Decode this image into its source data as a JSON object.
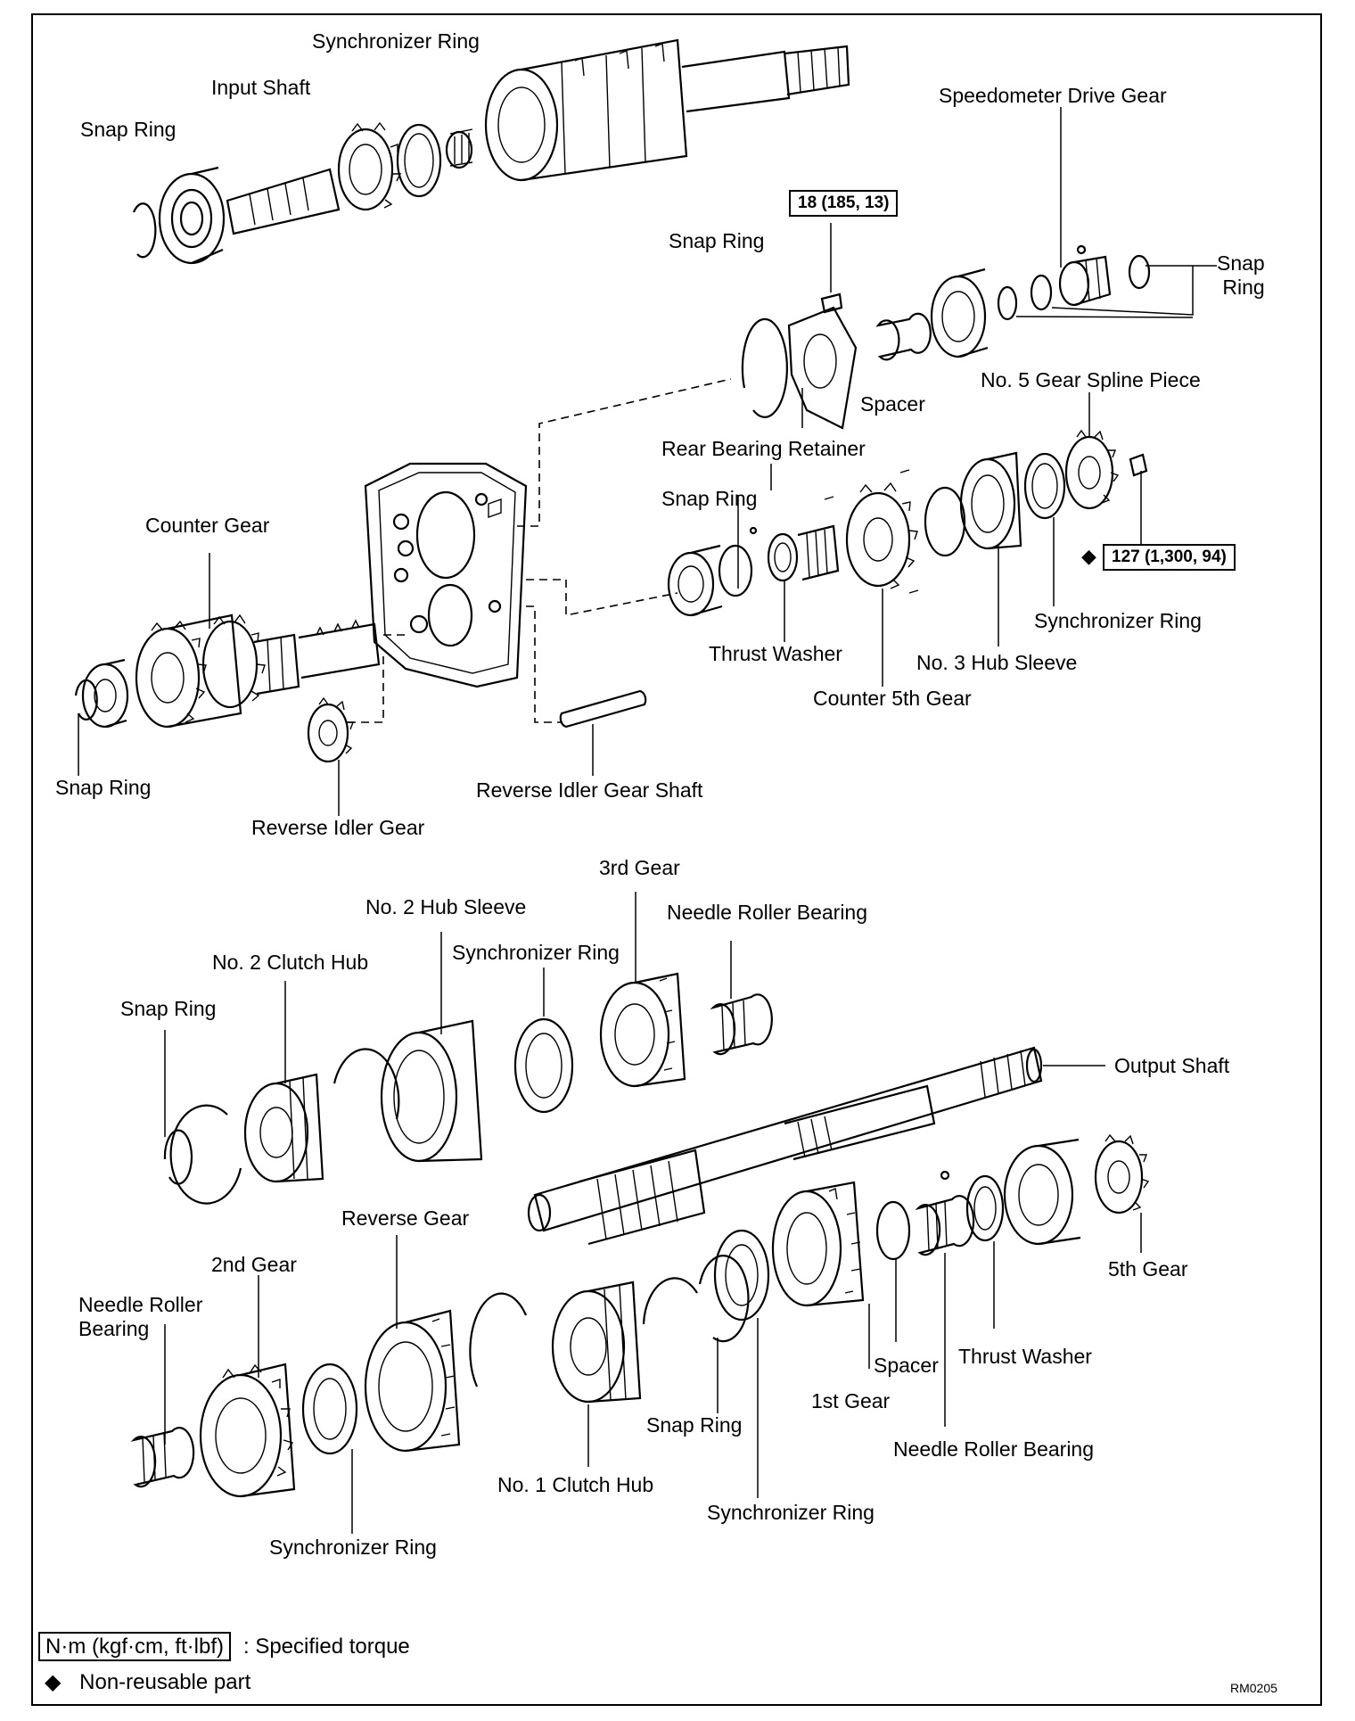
{
  "labels": {
    "synchronizer_ring_top": "Synchronizer Ring",
    "input_shaft": "Input Shaft",
    "snap_ring_top": "Snap Ring",
    "speedometer_drive_gear": "Speedometer Drive Gear",
    "torque_retainer": "18 (185, 13)",
    "snap_ring_retainer": "Snap Ring",
    "snap_ring_right": "Snap\nRing",
    "spacer_top": "Spacer",
    "no5_gear_spline_piece": "No. 5 Gear Spline Piece",
    "rear_bearing_retainer": "Rear Bearing Retainer",
    "counter_gear": "Counter Gear",
    "snap_ring_mid": "Snap Ring",
    "torque_nut": "127 (1,300, 94)",
    "synchronizer_ring_mid": "Synchronizer Ring",
    "thrust_washer_mid": "Thrust Washer",
    "no3_hub_sleeve": "No. 3 Hub Sleeve",
    "counter_5th_gear": "Counter 5th Gear",
    "snap_ring_left": "Snap Ring",
    "reverse_idler_gear_shaft": "Reverse Idler Gear Shaft",
    "reverse_idler_gear": "Reverse Idler Gear",
    "third_gear": "3rd Gear",
    "no2_hub_sleeve": "No. 2 Hub Sleeve",
    "needle_roller_bearing_top": "Needle Roller Bearing",
    "no2_clutch_hub": "No. 2 Clutch Hub",
    "synchronizer_ring_no2": "Synchronizer Ring",
    "snap_ring_no2": "Snap Ring",
    "output_shaft": "Output Shaft",
    "reverse_gear": "Reverse Gear",
    "second_gear": "2nd Gear",
    "needle_roller_bearing_left": "Needle Roller\nBearing",
    "fifth_gear": "5th Gear",
    "thrust_washer_low": "Thrust Washer",
    "spacer_low": "Spacer",
    "first_gear": "1st Gear",
    "snap_ring_low": "Snap Ring",
    "needle_roller_bearing_low": "Needle Roller Bearing",
    "no1_clutch_hub": "No. 1 Clutch Hub",
    "synchronizer_ring_low_right": "Synchronizer Ring",
    "synchronizer_ring_low_left": "Synchronizer Ring"
  },
  "legend": {
    "torque_unit": "N·m (kgf·cm, ft·lbf)",
    "torque_text": ": Specified torque",
    "nonreusable_symbol": "◆",
    "nonreusable_text": "Non-reusable part"
  },
  "drawing_code": "RM0205"
}
